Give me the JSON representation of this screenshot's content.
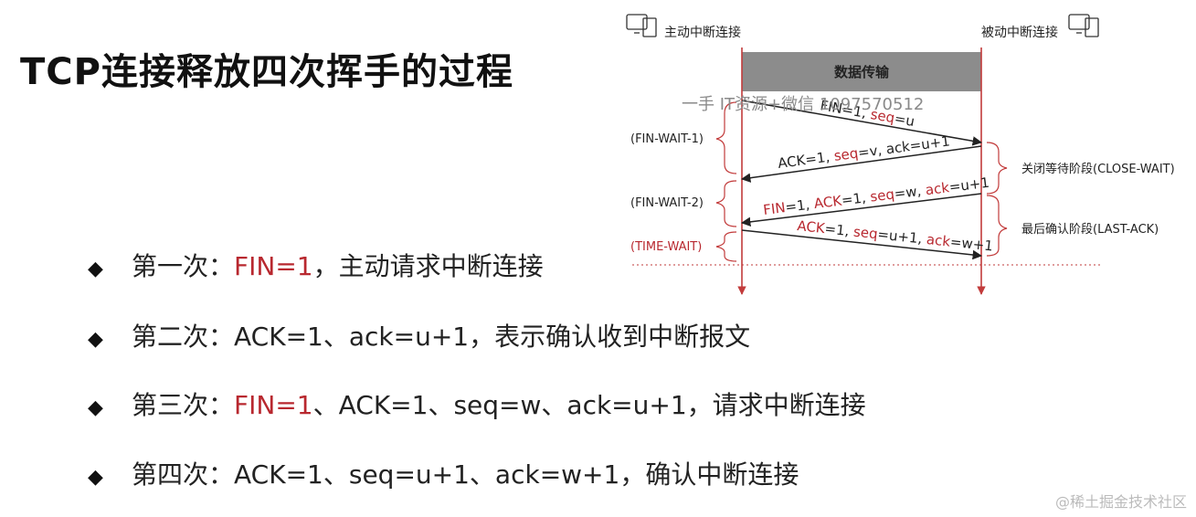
{
  "title": "TCP连接释放四次挥手的过程",
  "diagram": {
    "client_label": "主动中断连接",
    "server_label": "被动中断连接",
    "data_transfer": "数据传输",
    "arrows": [
      {
        "segments": [
          [
            "FIN=1, ",
            "black"
          ],
          [
            "seq",
            "red"
          ],
          [
            "=u",
            "black"
          ]
        ]
      },
      {
        "segments": [
          [
            "ACK=1, ",
            "black"
          ],
          [
            "seq",
            "red"
          ],
          [
            "=v, ack=u+1",
            "black"
          ]
        ]
      },
      {
        "segments": [
          [
            "FIN",
            "red"
          ],
          [
            "=1, ",
            "black"
          ],
          [
            "ACK",
            "red"
          ],
          [
            "=1, ",
            "black"
          ],
          [
            "seq",
            "red"
          ],
          [
            "=w, ",
            "black"
          ],
          [
            "ack",
            "red"
          ],
          [
            "=u+1",
            "black"
          ]
        ]
      },
      {
        "segments": [
          [
            "ACK",
            "red"
          ],
          [
            "=1, ",
            "black"
          ],
          [
            "seq",
            "red"
          ],
          [
            "=u+1, ",
            "black"
          ],
          [
            "ack",
            "red"
          ],
          [
            "=w+1",
            "black"
          ]
        ]
      }
    ],
    "left_states": [
      "(FIN-WAIT-1)",
      "(FIN-WAIT-2)",
      "(TIME-WAIT)"
    ],
    "right_states": [
      "关闭等待阶段(CLOSE-WAIT)",
      "最后确认阶段(LAST-ACK)"
    ],
    "overlay_watermark": "一手 IT资源+微信 1097570512"
  },
  "bullets": [
    {
      "segments": [
        [
          "第一次：",
          "black"
        ],
        [
          "FIN=1",
          "red"
        ],
        [
          "，主动请求中断连接",
          "black"
        ]
      ]
    },
    {
      "segments": [
        [
          "第二次：ACK=1、ack=u+1，表示确认收到中断报文",
          "black"
        ]
      ]
    },
    {
      "segments": [
        [
          "第三次：",
          "black"
        ],
        [
          "FIN=1",
          "red"
        ],
        [
          "、ACK=1、seq=w、ack=u+1，请求中断连接",
          "black"
        ]
      ]
    },
    {
      "segments": [
        [
          "第四次：ACK=1、seq=u+1、ack=w+1，确认中断连接",
          "black"
        ]
      ]
    }
  ],
  "bullet_mark": "◆",
  "watermark": "@稀土掘金技术社区",
  "colors": {
    "red": "#b8282f",
    "line": "#c23b3b",
    "gray_box": "#8c8c8c"
  }
}
